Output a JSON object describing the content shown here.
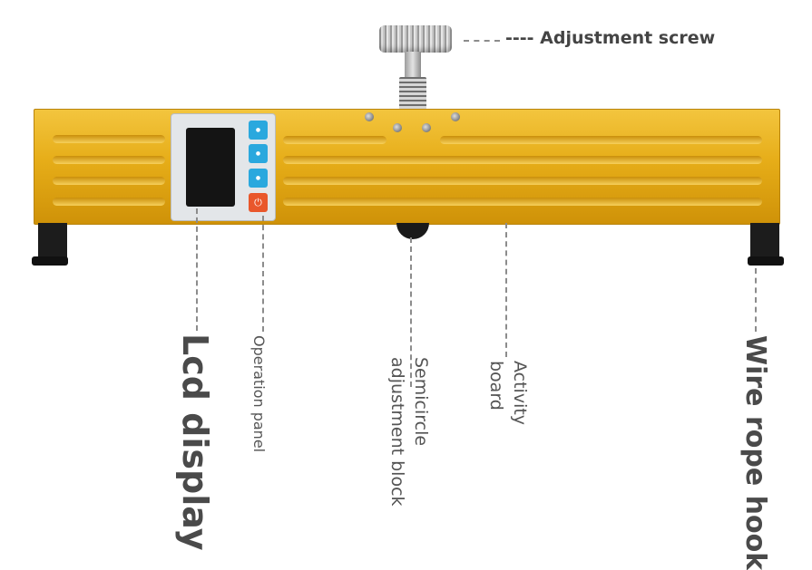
{
  "labels": {
    "adjustment_screw": "---- Adjustment screw",
    "lcd_display": "Lcd display",
    "operation_panel": "Operation panel",
    "semicircle_block": "Semicircle adjustment block",
    "activity_board": "Activity board",
    "wire_rope_hook": "Wire rope hook"
  },
  "colors": {
    "body": "#e6ad18",
    "panel": "#e3e6e9",
    "keys": "#2aa8de",
    "power_key": "#e9572b"
  },
  "icons": [
    "power-icon"
  ]
}
